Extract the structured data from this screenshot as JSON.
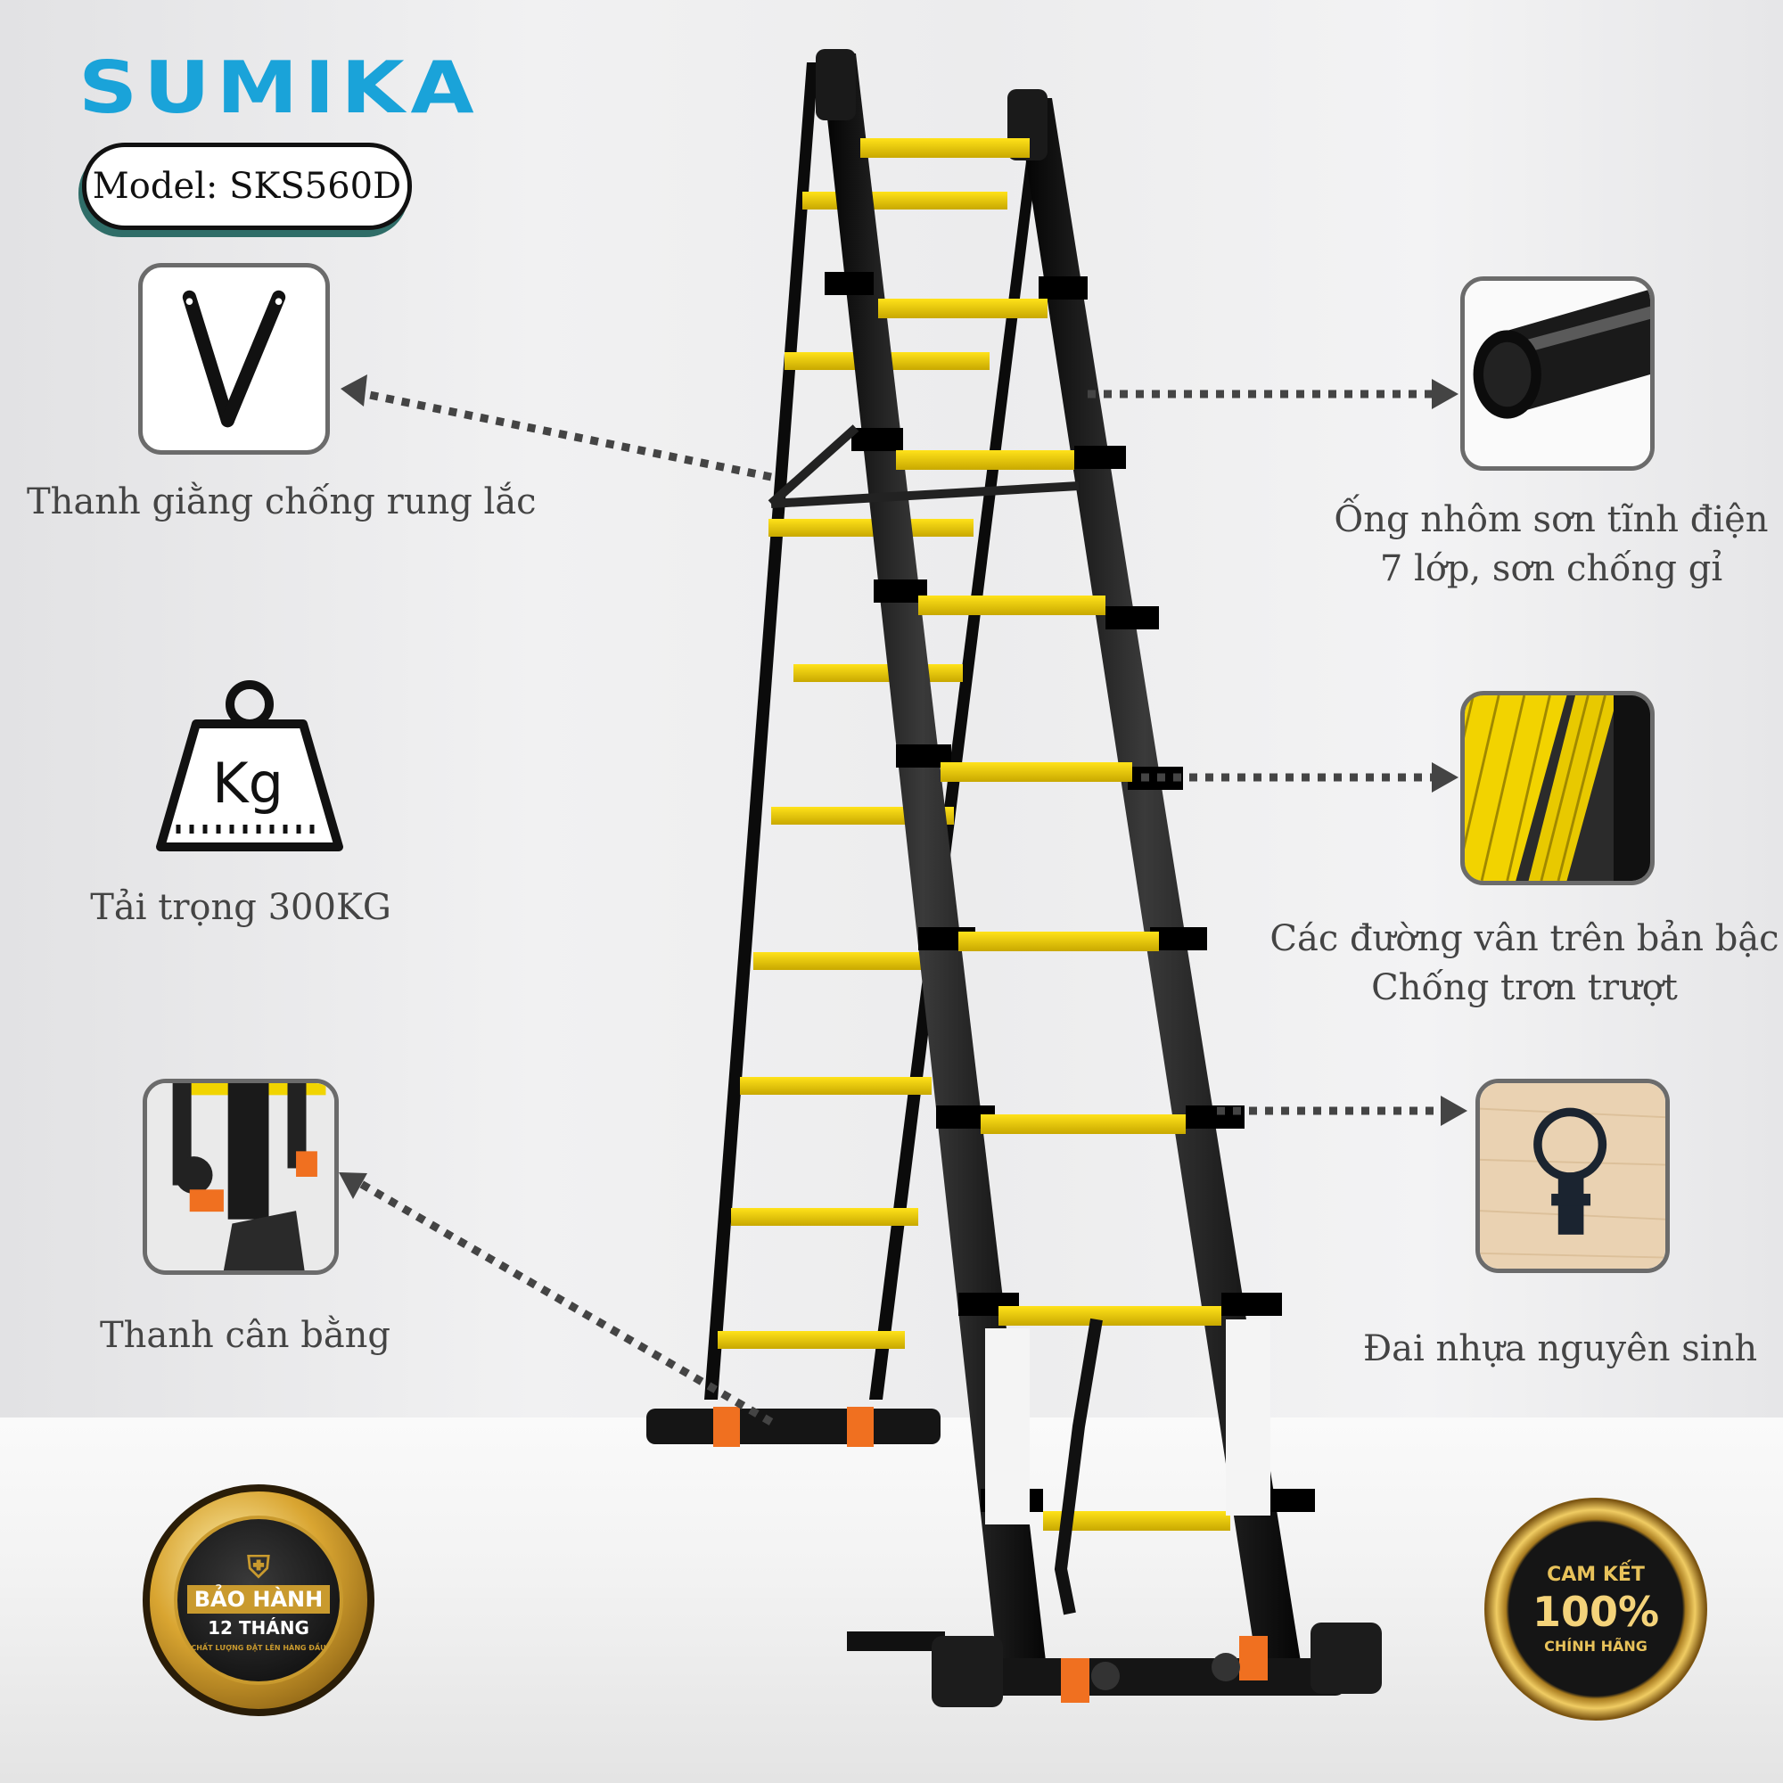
{
  "brand": {
    "name": "SUMIKA",
    "color": "#1aa3d9"
  },
  "model": {
    "label": "Model: SKS560D"
  },
  "features": {
    "brace": {
      "label": "Thanh giằng chống rung lắc",
      "icon": "brace-icon"
    },
    "load": {
      "label": "Tải trọng 300KG",
      "icon_text": "Kg",
      "icon": "weight-icon"
    },
    "stabilizer": {
      "label": "Thanh cân bằng",
      "icon": "stabilizer-photo"
    },
    "tube": {
      "line1": "Ống nhôm sơn tĩnh điện",
      "line2": "7 lớp, sơn chống gỉ",
      "icon": "tube-photo"
    },
    "step": {
      "line1": "Các đường vân trên bản bậc",
      "line2": "Chống trơn trượt",
      "icon": "step-photo"
    },
    "clamp": {
      "label": "Đai nhựa nguyên sinh",
      "icon": "clamp-photo"
    }
  },
  "badges": {
    "warranty": {
      "line1": "BẢO HÀNH",
      "line2": "12 THÁNG",
      "ring": "CHẤT LƯỢNG ĐẶT LÊN HÀNG ĐẦU"
    },
    "genuine": {
      "line1": "CAM KẾT",
      "line2": "100%",
      "line3": "CHÍNH HÃNG"
    }
  },
  "colors": {
    "rung": "#f1d400",
    "rail": "#111111",
    "foot": "#f07020",
    "arrow": "#444444"
  }
}
